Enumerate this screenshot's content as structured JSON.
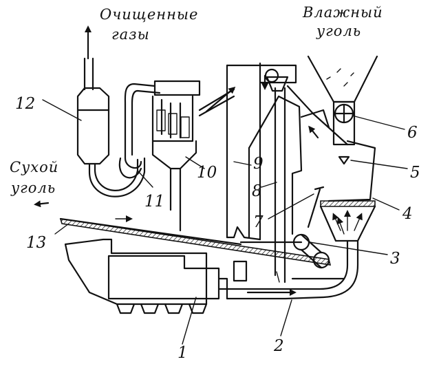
{
  "captions": {
    "clean_gas_line1": "Очищенные",
    "clean_gas_line2": "газы",
    "wet_coal_line1": "Влажный",
    "wet_coal_line2": "уголь",
    "dry_coal_line1": "Сухой",
    "dry_coal_line2": "уголь"
  },
  "labels": {
    "n1": "1",
    "n2": "2",
    "n3": "3",
    "n4": "4",
    "n5": "5",
    "n6": "6",
    "n7": "7",
    "n8": "8",
    "n9": "9",
    "n10": "10",
    "n11": "11",
    "n12": "12",
    "n13": "13"
  },
  "colors": {
    "ink": "#111111",
    "background": "#ffffff"
  }
}
